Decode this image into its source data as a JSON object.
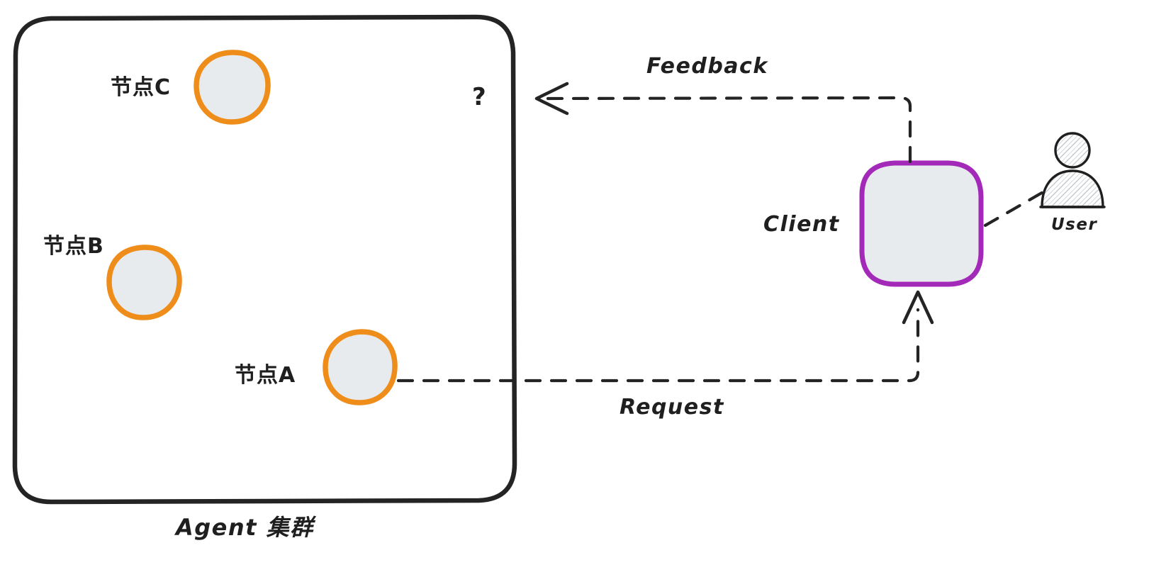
{
  "diagram": {
    "title_label": "Agent 集群",
    "colors": {
      "node_stroke": "#ef8d1a",
      "node_fill": "#e8ebed",
      "client_stroke": "#a329b8",
      "client_fill": "#e8ebed",
      "cluster_stroke": "#242424",
      "text": "#1f1f1f",
      "edge": "#242424"
    },
    "cluster": {
      "name": "agent-cluster",
      "label": "Agent 集群",
      "question_mark": "?"
    },
    "nodes": [
      {
        "id": "node-c",
        "label": "节点C"
      },
      {
        "id": "node-b",
        "label": "节点B"
      },
      {
        "id": "node-a",
        "label": "节点A"
      }
    ],
    "client": {
      "label": "Client"
    },
    "actor": {
      "label": "User"
    },
    "edges": [
      {
        "id": "feedback",
        "label": "Feedback",
        "style": "dashed",
        "direction": "client-to-cluster"
      },
      {
        "id": "request",
        "label": "Request",
        "style": "dashed",
        "direction": "node-a-to-client"
      },
      {
        "id": "client-user",
        "label": "",
        "style": "dashed",
        "direction": "client-to-user"
      }
    ]
  }
}
